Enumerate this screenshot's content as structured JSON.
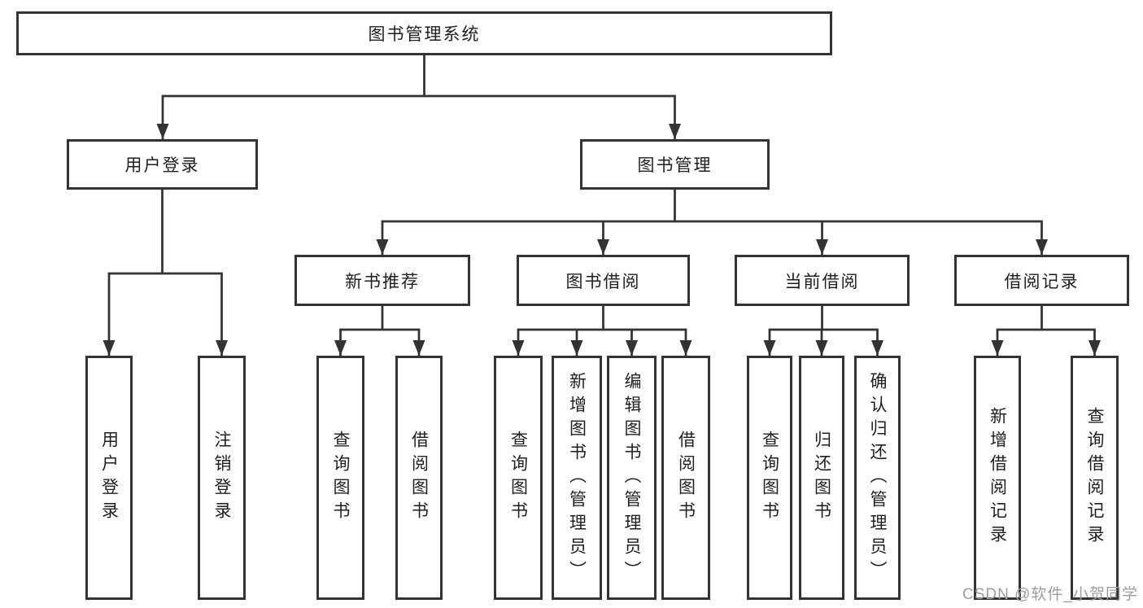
{
  "diagram": {
    "colors": {
      "line": "#333333",
      "box_border": "#333333",
      "text": "#1f1f1f",
      "watermark": "#9d9d9d",
      "background": "#ffffff"
    },
    "tree": {
      "root": {
        "label": "图书管理系统",
        "children": [
          {
            "label": "用户登录",
            "children": [
              {
                "label": "用户登录"
              },
              {
                "label": "注销登录"
              }
            ]
          },
          {
            "label": "图书管理",
            "children": [
              {
                "label": "新书推荐",
                "children": [
                  {
                    "label": "查询图书"
                  },
                  {
                    "label": "借阅图书"
                  }
                ]
              },
              {
                "label": "图书借阅",
                "children": [
                  {
                    "label": "查询图书"
                  },
                  {
                    "label": "新增图书（管理员）"
                  },
                  {
                    "label": "编辑图书（管理员）"
                  },
                  {
                    "label": "借阅图书"
                  }
                ]
              },
              {
                "label": "当前借阅",
                "children": [
                  {
                    "label": "查询图书"
                  },
                  {
                    "label": "归还图书"
                  },
                  {
                    "label": "确认归还（管理员）"
                  }
                ]
              },
              {
                "label": "借阅记录",
                "children": [
                  {
                    "label": "新增借阅记录"
                  },
                  {
                    "label": "查询借阅记录"
                  }
                ]
              }
            ]
          }
        ]
      }
    },
    "watermark": {
      "text": "CSDN @软件_小贺同学"
    }
  }
}
